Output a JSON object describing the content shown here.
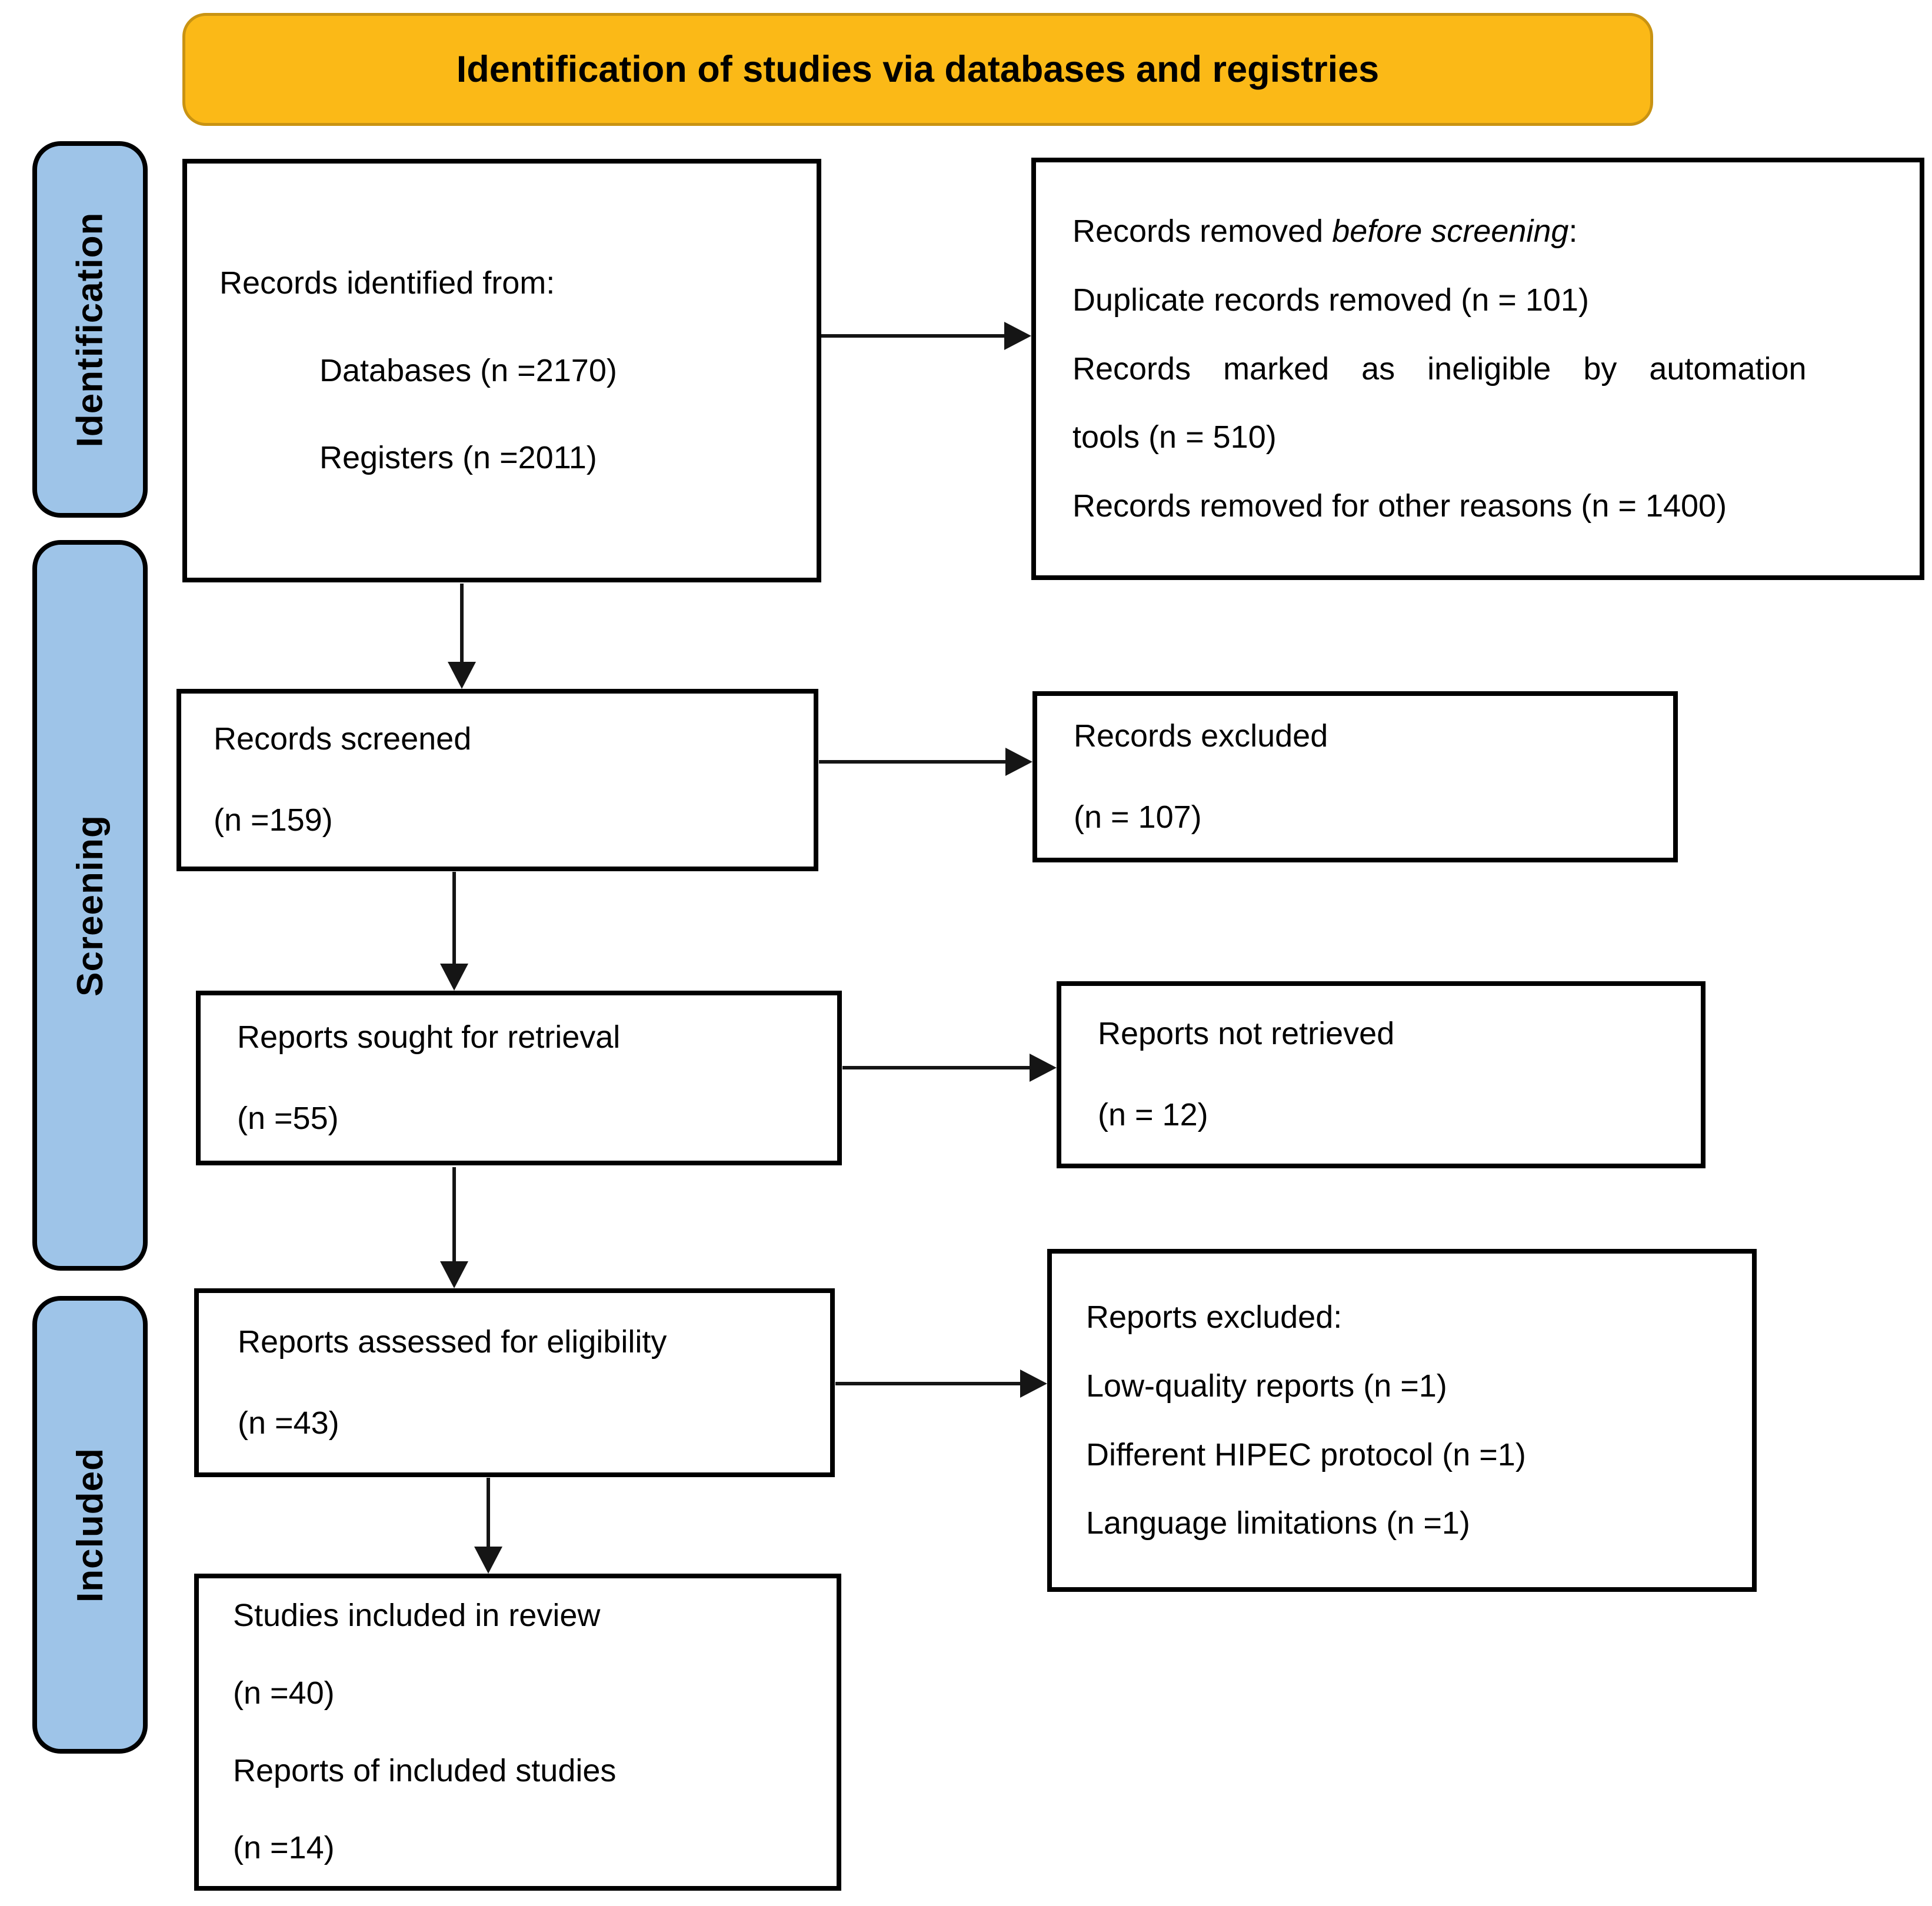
{
  "banner": {
    "title": "Identification of studies via databases and registries"
  },
  "sidebar": {
    "items": [
      {
        "label": "Identification"
      },
      {
        "label": "Screening"
      },
      {
        "label": "Included"
      }
    ]
  },
  "flow": {
    "identified": {
      "title": "Records identified from:",
      "items": [
        "Databases (n =2170)",
        "Registers (n =2011)"
      ]
    },
    "removed": {
      "title_prefix": "Records removed ",
      "title_italic": "before screening",
      "title_suffix": ":",
      "items": [
        "Duplicate records removed (n = 101)",
        "Records marked as ineligible by automation",
        "tools (n = 510)",
        "Records removed for other reasons (n = 1400)"
      ]
    },
    "screened": {
      "lines": [
        "Records screened",
        "(n =159)"
      ]
    },
    "records_excluded": {
      "lines": [
        "Records excluded",
        "(n = 107)"
      ]
    },
    "sought": {
      "lines": [
        "Reports sought for retrieval",
        "(n =55)"
      ]
    },
    "not_retrieved": {
      "lines": [
        "Reports not retrieved",
        "(n = 12)"
      ]
    },
    "assessed": {
      "lines": [
        "Reports assessed for eligibility",
        "(n =43)"
      ]
    },
    "reports_excluded": {
      "title": "Reports excluded:",
      "items": [
        "Low-quality reports (n =1)",
        "Different HIPEC protocol (n =1)",
        "Language limitations (n =1)"
      ]
    },
    "included_studies": {
      "lines": [
        "Studies included in review",
        "(n =40)",
        "Reports of included studies",
        "(n =14)"
      ]
    }
  },
  "colors": {
    "banner_bg": "#FBB917",
    "banner_border": "#C99312",
    "sidebar_bg": "#9EC4E8",
    "box_border": "#000000",
    "arrow": "#151515"
  }
}
